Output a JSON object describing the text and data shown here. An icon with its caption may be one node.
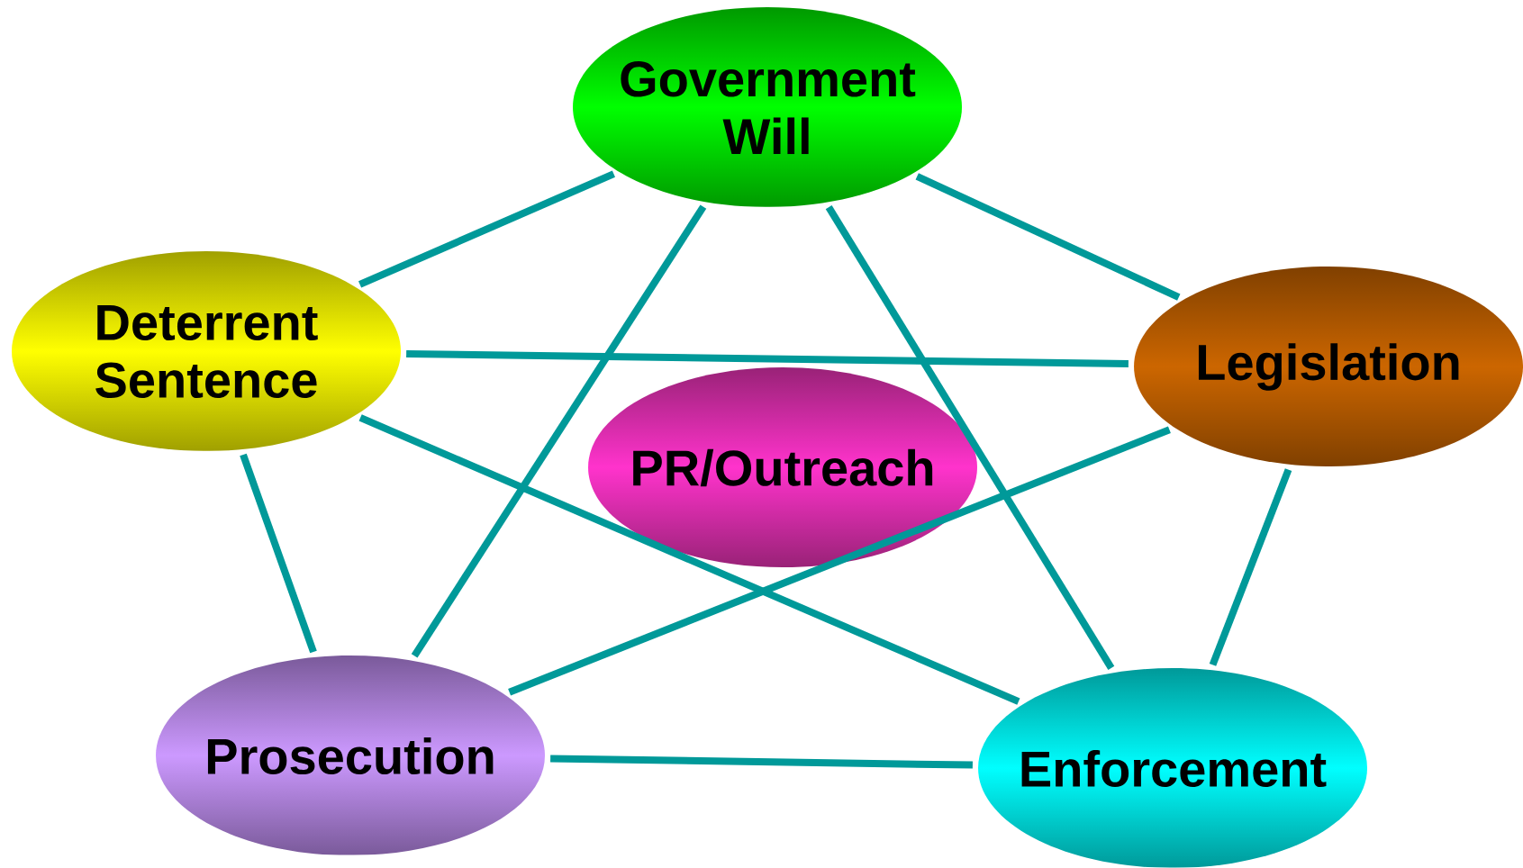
{
  "diagram": {
    "nodes": [
      {
        "text": [
          "Government Will"
        ]
      },
      {
        "text": [
          "Deterrent Sentence"
        ]
      },
      {
        "text": [
          "Legislation"
        ]
      },
      {
        "text": [
          "PR/Outreach"
        ]
      },
      {
        "text": [
          "Prosecution"
        ]
      },
      {
        "text": [
          "Enforcement"
        ]
      }
    ],
    "edges": [
      {
        "from": 0,
        "to": 1,
        "arrow": "none"
      },
      {
        "from": 0,
        "to": 2,
        "arrow": "none"
      },
      {
        "from": 0,
        "to": 4,
        "arrow": "none"
      },
      {
        "from": 0,
        "to": 5,
        "arrow": "none"
      },
      {
        "from": 1,
        "to": 2,
        "arrow": "none"
      },
      {
        "from": 1,
        "to": 4,
        "arrow": "none"
      },
      {
        "from": 1,
        "to": 5,
        "arrow": "none"
      },
      {
        "from": 2,
        "to": 4,
        "arrow": "none"
      },
      {
        "from": 2,
        "to": 5,
        "arrow": "none"
      },
      {
        "from": 4,
        "to": 5,
        "arrow": "none"
      }
    ]
  }
}
